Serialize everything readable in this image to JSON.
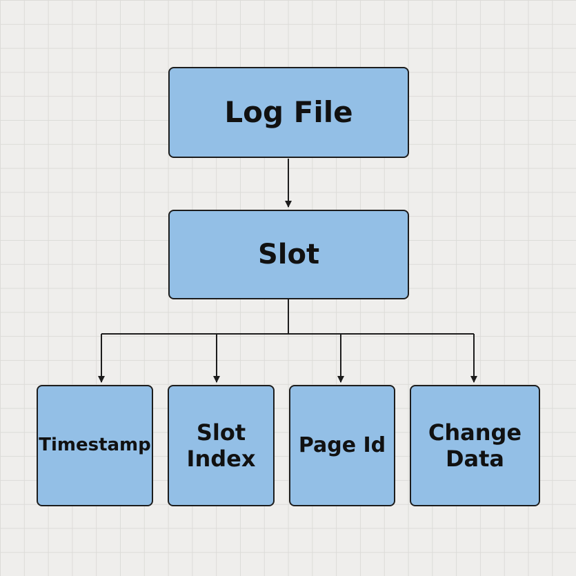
{
  "diagram": {
    "nodes": {
      "log_file": {
        "label": "Log File"
      },
      "slot": {
        "label": "Slot"
      },
      "timestamp": {
        "label": "Timestamp"
      },
      "slot_index": {
        "label_lines": [
          "Slot",
          "Index"
        ]
      },
      "page_id": {
        "label": "Page Id"
      },
      "change_data": {
        "label_lines": [
          "Change",
          "Data"
        ]
      }
    },
    "edges": [
      {
        "from": "log_file",
        "to": "slot"
      },
      {
        "from": "slot",
        "to": "timestamp"
      },
      {
        "from": "slot",
        "to": "slot_index"
      },
      {
        "from": "slot",
        "to": "page_id"
      },
      {
        "from": "slot",
        "to": "change_data"
      }
    ],
    "colors": {
      "node_fill": "#93bfe6",
      "node_border": "#1c1c1c",
      "connector": "#1c1c1c",
      "background": "#efeeec",
      "grid": "#dcdbd8"
    }
  }
}
